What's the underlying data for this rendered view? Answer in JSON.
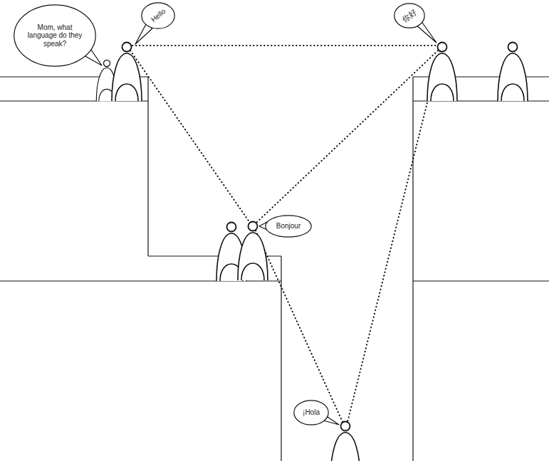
{
  "diagram": {
    "nodes": [
      {
        "text": [
          "Mom, what language do they speak?"
        ]
      },
      {
        "text": [
          "Hello"
        ]
      },
      {
        "text": [
          "你好"
        ]
      },
      {
        "text": [
          "Bonjour"
        ]
      },
      {
        "text": [
          "¡Hola"
        ]
      }
    ]
  }
}
